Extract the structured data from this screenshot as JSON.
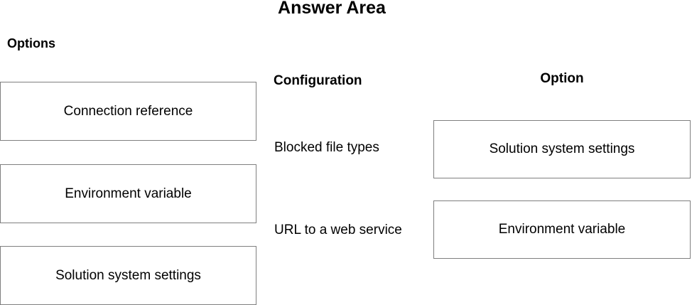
{
  "title": "Answer Area",
  "options_heading": "Options",
  "options": [
    {
      "label": "Connection reference"
    },
    {
      "label": "Environment variable"
    },
    {
      "label": "Solution system settings"
    }
  ],
  "answer": {
    "configuration_heading": "Configuration",
    "option_heading": "Option",
    "rows": [
      {
        "configuration": "Blocked file types",
        "option": "Solution system settings"
      },
      {
        "configuration": "URL to a web service",
        "option": "Environment variable"
      }
    ]
  }
}
